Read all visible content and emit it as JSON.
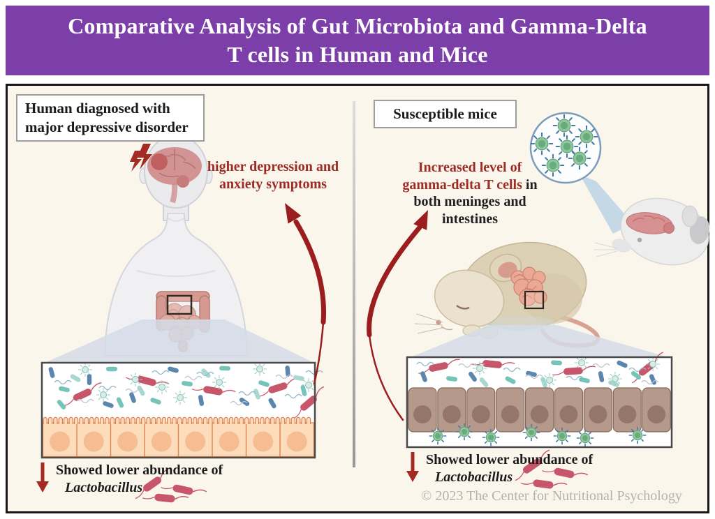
{
  "header": {
    "title_line1": "Comparative Analysis of Gut Microbiota and Gamma-Delta",
    "title_line2": "T cells in Human and Mice"
  },
  "left_panel": {
    "label": "Human diagnosed with major depressive disorder",
    "finding": "higher depression and anxiety symptoms",
    "abundance_prefix": "Showed lower abundance of",
    "abundance_species": "Lactobacillus"
  },
  "right_panel": {
    "label": "Susceptible mice",
    "finding_highlight": "Increased level of gamma-delta T cells",
    "finding_rest": "in both meninges and intestines",
    "abundance_prefix": "Showed lower abundance of",
    "abundance_species": "Lactobacillus"
  },
  "footer": {
    "copyright": "© 2023 The Center for Nutritional Psychology"
  },
  "colors": {
    "banner_purple": "#7c3fa9",
    "background_cream": "#faf6ec",
    "accent_red_text": "#9e2b25",
    "arrow_red": "#9b1d1d",
    "tcell_green": "#8fc79c",
    "lactobacillus_pink": "#c8566b"
  }
}
